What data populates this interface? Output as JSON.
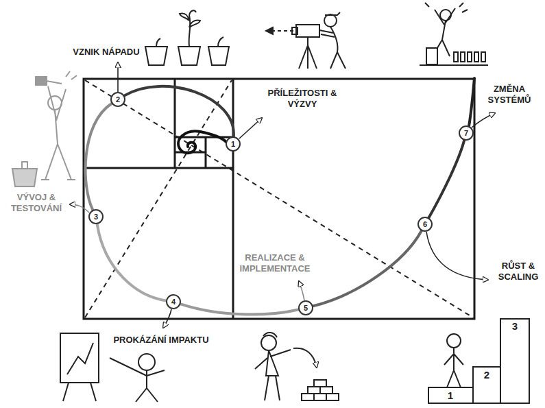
{
  "diagram": {
    "nodes": [
      {
        "text": [
          "1"
        ]
      },
      {
        "text": [
          "2"
        ]
      },
      {
        "text": [
          "3"
        ]
      },
      {
        "text": [
          "4"
        ]
      },
      {
        "text": [
          "5"
        ]
      },
      {
        "text": [
          "6"
        ]
      },
      {
        "text": [
          "7"
        ]
      }
    ],
    "edges": [
      {
        "from": 0,
        "to": 1,
        "arrow": "none"
      },
      {
        "from": 1,
        "to": 2,
        "arrow": "none"
      },
      {
        "from": 2,
        "to": 3,
        "arrow": "none"
      },
      {
        "from": 3,
        "to": 4,
        "arrow": "none"
      },
      {
        "from": 4,
        "to": 5,
        "arrow": "none"
      },
      {
        "from": 5,
        "to": 6,
        "arrow": "none"
      }
    ],
    "labels": [
      "VZNIK NÁPADU",
      "PŘÍLEŽITOSTI & VÝZVY",
      "ZMĚNA SYSTÉMŮ",
      "VÝVOJ & TESTOVÁNÍ",
      "REALIZACE & IMPLEMENTACE",
      "RŮST & SCALING",
      "PROKÁZÁNÍ IMPAKTU",
      "3",
      "2",
      "1"
    ]
  }
}
